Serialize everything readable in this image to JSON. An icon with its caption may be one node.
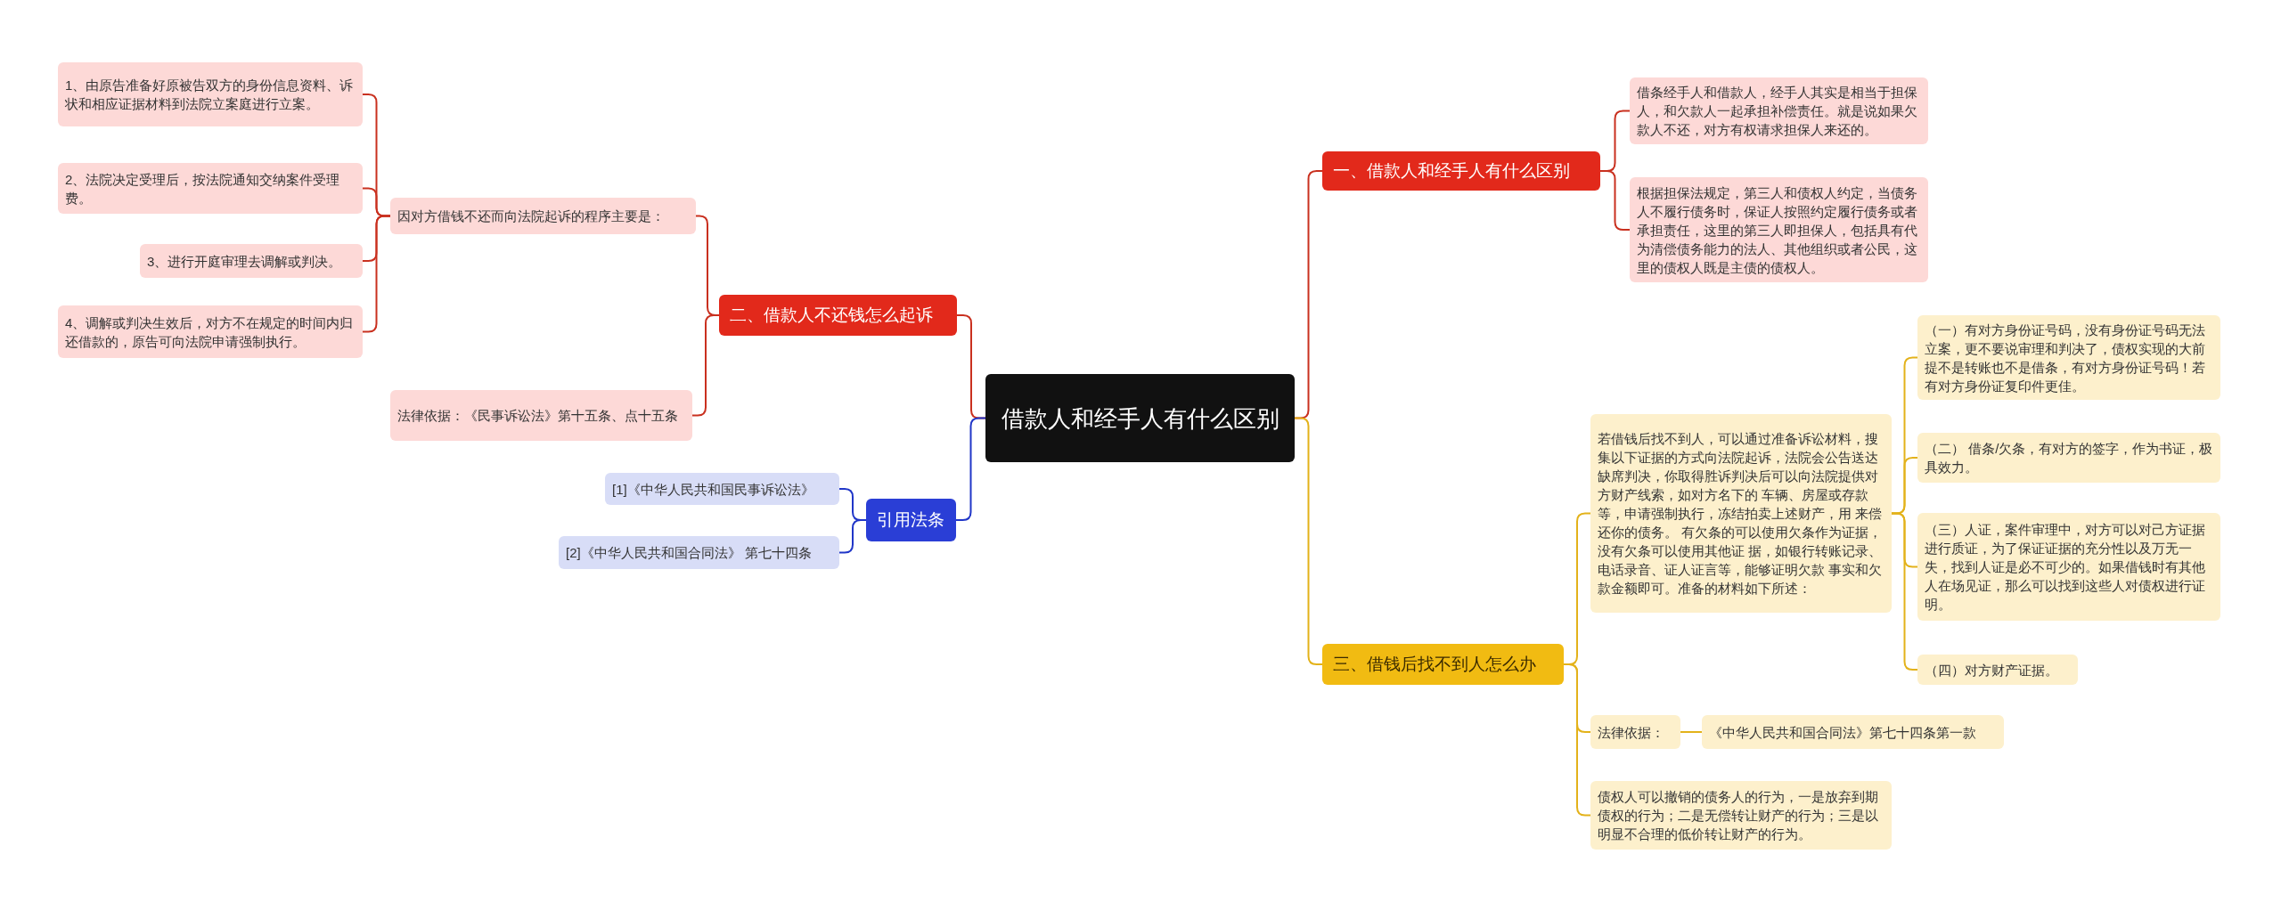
{
  "diagram": {
    "nodes": [
      {
        "text": [
          "借款人和经手人有什么区别"
        ]
      },
      {
        "text": [
          "一、借款人和经手人有什么区别"
        ]
      },
      {
        "text": [
          "借条经手人和借款人，经手人其实是相当于担保人，和欠款人一起承担补偿责任。就是说如果欠款人不还，对方有权请求担保人来还的。"
        ]
      },
      {
        "text": [
          "根据担保法规定，第三人和债权人约定，当债务人不履行债务时，保证人按照约定履行债务或者承担责任，这里的第三人即担保人，包括具有代为清偿债务能力的法人、其他组织或者公民，这里的债权人既是主债的债权人。"
        ]
      },
      {
        "text": [
          "三、借钱后找不到人怎么办"
        ]
      },
      {
        "text": [
          "若借钱后找不到人，可以通过准备诉讼材料，搜集以下证据的方式向法院起诉，法院会公告送达缺席判决，你取得胜诉判决后可以向法院提供对方财产线索，如对方名下的 车辆、房屋或存款等，申请强制执行，冻结拍卖上述财产，用 来偿还你的债务。 有欠条的可以使用欠条作为证据，没有欠条可以使用其他证 据，如银行转账记录、电话录音、证人证言等，能够证明欠款 事实和欠款金额即可。准备的材料如下所述："
        ]
      },
      {
        "text": [
          "（一）有对方身份证号码，没有身份证号码无法立案，更不要说审理和判决了，债权实现的大前提不是转账也不是借条，有对方身份证号码！若有对方身份证复印件更佳。"
        ]
      },
      {
        "text": [
          "（二） 借条/欠条，有对方的签字，作为书证，极具效力。"
        ]
      },
      {
        "text": [
          "（三）人证，案件审理中，对方可以对己方证据进行质证，为了保证证据的充分性以及万无一失，找到人证是必不可少的。如果借钱时有其他人在场见证，那么可以找到这些人对债权进行证明。"
        ]
      },
      {
        "text": [
          "（四）对方财产证据。"
        ]
      },
      {
        "text": [
          "法律依据："
        ]
      },
      {
        "text": [
          "《中华人民共和国合同法》第七十四条第一款"
        ]
      },
      {
        "text": [
          "债权人可以撤销的债务人的行为，一是放弃到期债权的行为；二是无偿转让财产的行为；三是以明显不合理的低价转让财产的行为。"
        ]
      },
      {
        "text": [
          "二、借款人不还钱怎么起诉"
        ]
      },
      {
        "text": [
          "因对方借钱不还而向法院起诉的程序主要是："
        ]
      },
      {
        "text": [
          "1、由原告准备好原被告双方的身份信息资料、诉状和相应证据材料到法院立案庭进行立案。"
        ]
      },
      {
        "text": [
          "2、法院决定受理后，按法院通知交纳案件受理费。"
        ]
      },
      {
        "text": [
          "3、进行开庭审理去调解或判决。"
        ]
      },
      {
        "text": [
          "4、调解或判决生效后，对方不在规定的时间内归还借款的，原告可向法院申请强制执行。"
        ]
      },
      {
        "text": [
          "法律依据：《民事诉讼法》第十五条、点十五条"
        ]
      },
      {
        "text": [
          "引用法条"
        ]
      },
      {
        "text": [
          "[1]《中华人民共和国民事诉讼法》"
        ]
      },
      {
        "text": [
          "[2]《中华人民共和国合同法》 第七十四条"
        ]
      }
    ],
    "edges": [
      {
        "from": 0,
        "to": 1,
        "arrow": "none"
      },
      {
        "from": 1,
        "to": 2,
        "arrow": "none"
      },
      {
        "from": 1,
        "to": 3,
        "arrow": "none"
      },
      {
        "from": 0,
        "to": 4,
        "arrow": "none",
        "color": "#e3b21a"
      },
      {
        "from": 4,
        "to": 5,
        "arrow": "none",
        "color": "#e3b21a"
      },
      {
        "from": 5,
        "to": 6,
        "arrow": "none",
        "color": "#e3b21a"
      },
      {
        "from": 5,
        "to": 7,
        "arrow": "none",
        "color": "#e3b21a"
      },
      {
        "from": 5,
        "to": 8,
        "arrow": "none",
        "color": "#e3b21a"
      },
      {
        "from": 5,
        "to": 9,
        "arrow": "none",
        "color": "#e3b21a"
      },
      {
        "from": 4,
        "to": 10,
        "arrow": "none",
        "color": "#e3b21a"
      },
      {
        "from": 10,
        "to": 11,
        "arrow": "none",
        "color": "#e3b21a"
      },
      {
        "from": 4,
        "to": 12,
        "arrow": "none",
        "color": "#e3b21a"
      },
      {
        "from": 0,
        "to": 13,
        "arrow": "none"
      },
      {
        "from": 13,
        "to": 14,
        "arrow": "none"
      },
      {
        "from": 14,
        "to": 15,
        "arrow": "none"
      },
      {
        "from": 14,
        "to": 16,
        "arrow": "none"
      },
      {
        "from": 14,
        "to": 17,
        "arrow": "none"
      },
      {
        "from": 14,
        "to": 18,
        "arrow": "none"
      },
      {
        "from": 13,
        "to": 19,
        "arrow": "none"
      },
      {
        "from": 0,
        "to": 20,
        "arrow": "none",
        "color": "#2036c8"
      },
      {
        "from": 20,
        "to": 21,
        "arrow": "none",
        "color": "#2036c8"
      },
      {
        "from": 20,
        "to": 22,
        "arrow": "none",
        "color": "#2036c8"
      }
    ]
  }
}
